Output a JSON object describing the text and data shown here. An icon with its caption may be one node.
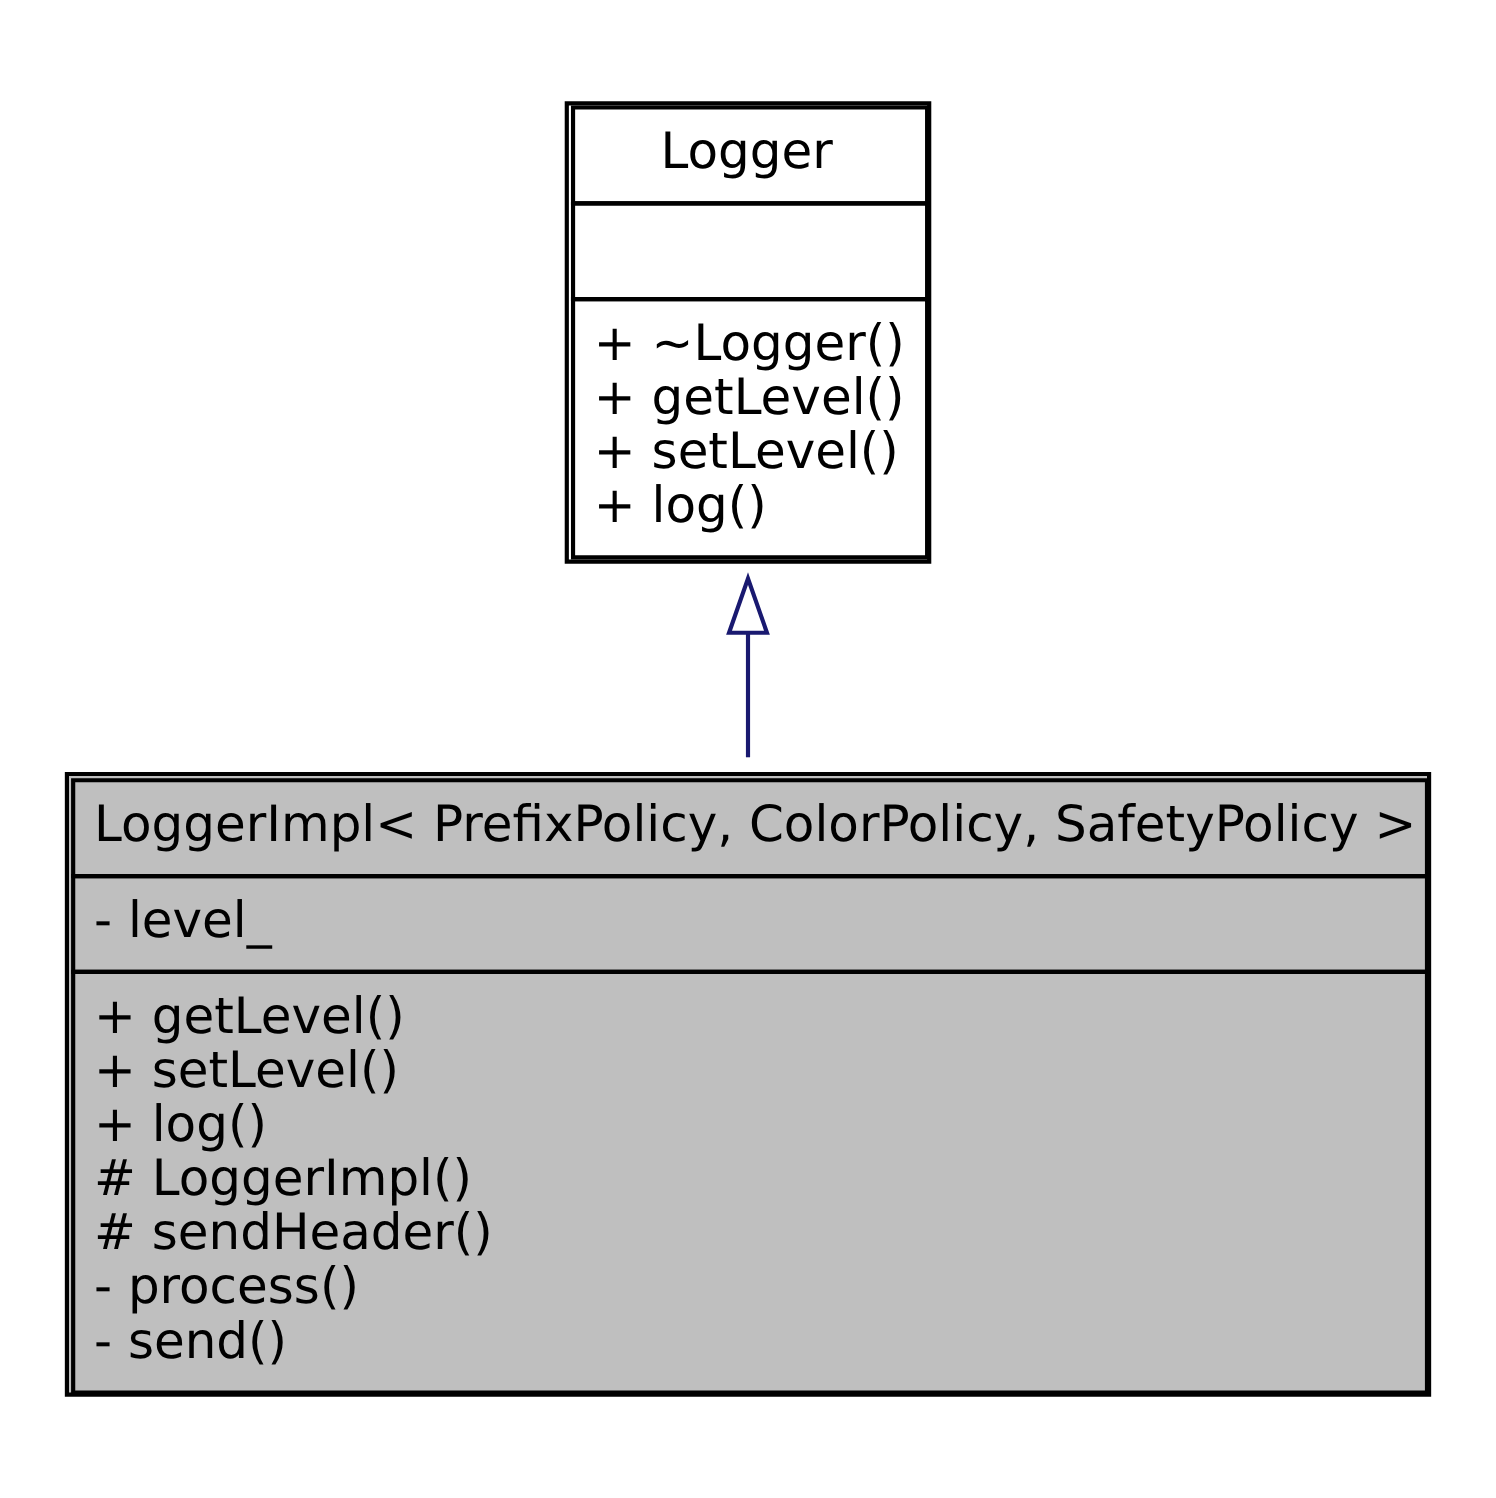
{
  "diagram": {
    "nodes": [
      {
        "text": [
          "Logger",
          "+ ~Logger() + getLevel() + setLevel() + log()"
        ]
      },
      {
        "text": [
          "LoggerImpl< PrefixPolicy, ColorPolicy, SafetyPolicy >",
          "- level_",
          "+ getLevel() + setLevel() + log() # LoggerImpl() # sendHeader() - process() - send()"
        ]
      }
    ],
    "edges": [
      {
        "from": 1,
        "to": 0,
        "arrow": "to",
        "color": "#191970"
      }
    ]
  }
}
